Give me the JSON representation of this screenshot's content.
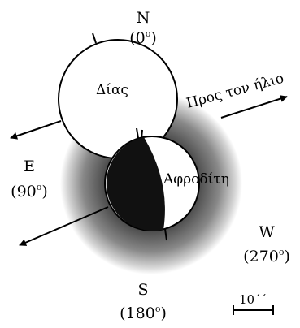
{
  "compass": {
    "north": {
      "letter": "N",
      "value": "(0",
      "deg": "o",
      "close": ")"
    },
    "east": {
      "letter": "E",
      "value": "(90",
      "deg": "o",
      "close": ")"
    },
    "south": {
      "letter": "S",
      "value": "(180",
      "deg": "o",
      "close": ")"
    },
    "west": {
      "letter": "W",
      "value": "(270",
      "deg": "o",
      "close": ")"
    }
  },
  "bodies": {
    "jupiter": "Δίας",
    "venus": "Αφροδίτη"
  },
  "sun_direction": "Προς τον ήλιο",
  "scale": {
    "label": "10´´"
  }
}
